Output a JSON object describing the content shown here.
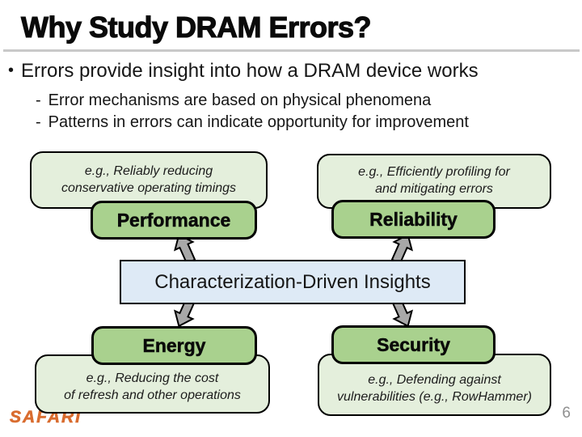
{
  "title": "Why Study DRAM Errors?",
  "bullets": {
    "marker": "•",
    "main": "Errors provide insight into how a DRAM device works",
    "sub_marker": "-",
    "sub": [
      "Error mechanisms are based on physical phenomena",
      "Patterns in errors can indicate opportunity for improvement"
    ]
  },
  "diagram": {
    "center_label": "Characterization-Driven Insights",
    "performance": {
      "label": "Performance",
      "note_line1": "e.g., Reliably reducing",
      "note_line2": "conservative operating timings"
    },
    "reliability": {
      "label": "Reliability",
      "note_line1": "e.g., Efficiently profiling for",
      "note_line2": "and mitigating errors"
    },
    "energy": {
      "label": "Energy",
      "note_line1": "e.g., Reducing the cost",
      "note_line2": "of refresh and other operations"
    },
    "security": {
      "label": "Security",
      "note_line1": "e.g., Defending against",
      "note_line2": "vulnerabilities (e.g., RowHammer)"
    }
  },
  "footer": {
    "logo": "SAFARI",
    "page_number": "6"
  },
  "colors": {
    "node_green": "#A9D18E",
    "note_green": "#E4EFDC",
    "center_blue": "#DEEAF6",
    "arrow_gray": "#A8A8A8",
    "border_black": "#000000",
    "logo_orange": "#D96C2F",
    "page_gray": "#8F8F8F",
    "rule_gray": "#C9C9C9"
  }
}
